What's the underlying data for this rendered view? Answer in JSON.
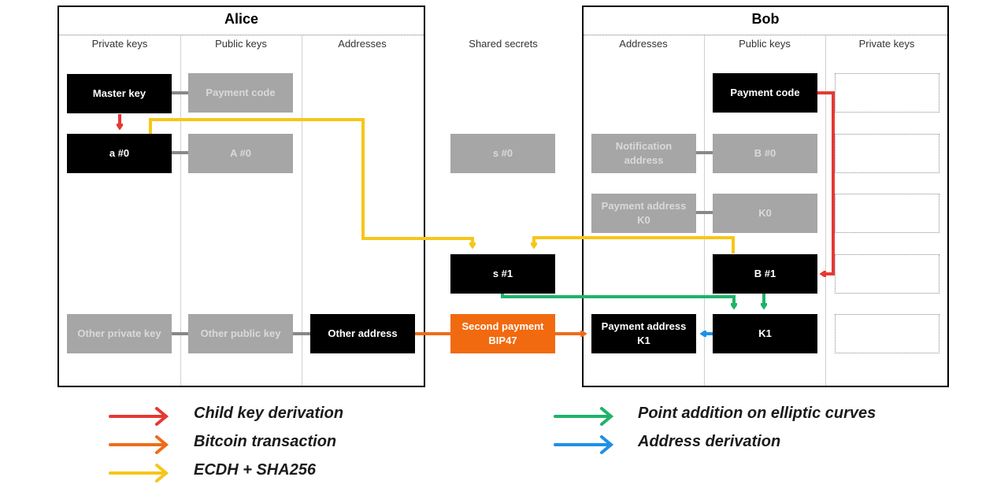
{
  "alice": {
    "title": "Alice",
    "columns": [
      "Private keys",
      "Public keys",
      "Addresses"
    ],
    "boxes": {
      "master_key": "Master key",
      "payment_code": "Payment code",
      "a0": "a #0",
      "A0": "A #0",
      "other_private_key": "Other private key",
      "other_public_key": "Other public key",
      "other_address": "Other address"
    }
  },
  "shared": {
    "column": "Shared secrets",
    "boxes": {
      "s0": "s #0",
      "s1": "s #1",
      "second_payment": "Second payment\nBIP47"
    }
  },
  "bob": {
    "title": "Bob",
    "columns": [
      "Addresses",
      "Public keys",
      "Private keys"
    ],
    "boxes": {
      "payment_code": "Payment code",
      "notification_address": "Notification\naddress",
      "B0": "B #0",
      "payment_address_k0": "Payment address\nK0",
      "K0": "K0",
      "B1": "B #1",
      "payment_address_k1": "Payment address\nK1",
      "K1": "K1"
    }
  },
  "legend": [
    {
      "label": "Child key derivation",
      "color": "#e53935"
    },
    {
      "label": "Bitcoin transaction",
      "color": "#ef6c1a"
    },
    {
      "label": "ECDH + SHA256",
      "color": "#f6c619"
    },
    {
      "label": "Point addition on elliptic curves",
      "color": "#1fb36a"
    },
    {
      "label": "Address derivation",
      "color": "#1e90e6"
    }
  ],
  "colors": {
    "child_key_derivation": "#e53935",
    "bitcoin_transaction": "#ef6c1a",
    "ecdh_sha256": "#f6c619",
    "point_addition": "#1fb36a",
    "address_derivation": "#1e90e6",
    "connector": "#888888"
  }
}
